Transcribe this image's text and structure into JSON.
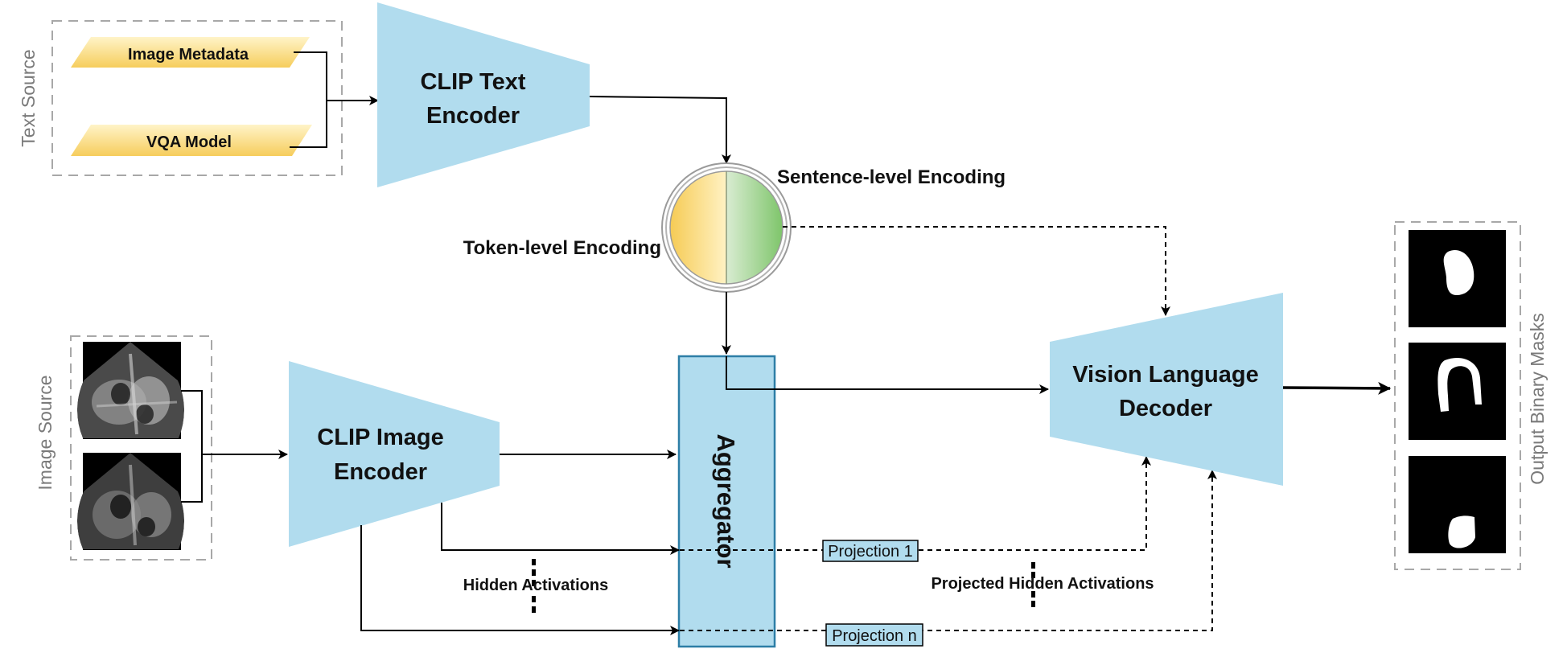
{
  "side_labels": {
    "text_source": "Text Source",
    "image_source": "Image Source",
    "output": "Output Binary Masks"
  },
  "inputs": {
    "image_metadata": "Image Metadata",
    "vqa_model": "VQA Model"
  },
  "blocks": {
    "clip_text_encoder": [
      "CLIP Text",
      "Encoder"
    ],
    "clip_image_encoder": [
      "CLIP Image",
      "Encoder"
    ],
    "aggregator": "Aggregator",
    "vision_language_decoder": [
      "Vision Language",
      "Decoder"
    ]
  },
  "annotations": {
    "sentence_level": "Sentence-level Encoding",
    "token_level": "Token-level Encoding",
    "hidden_activations": "Hidden Activations",
    "projected_hidden_activations": "Projected Hidden Activations"
  },
  "projections": {
    "first": "Projection 1",
    "last": "Projection n"
  },
  "colors": {
    "block_fill": "#b1dcee",
    "aggregator_stroke": "#2d7ea6",
    "parallelogram_top": "#fff4c8",
    "parallelogram_bottom": "#f6cd5c",
    "circle_yellow": "#f6cd5c",
    "circle_green": "#82c66e",
    "dashed_border": "#a8a8a8"
  }
}
